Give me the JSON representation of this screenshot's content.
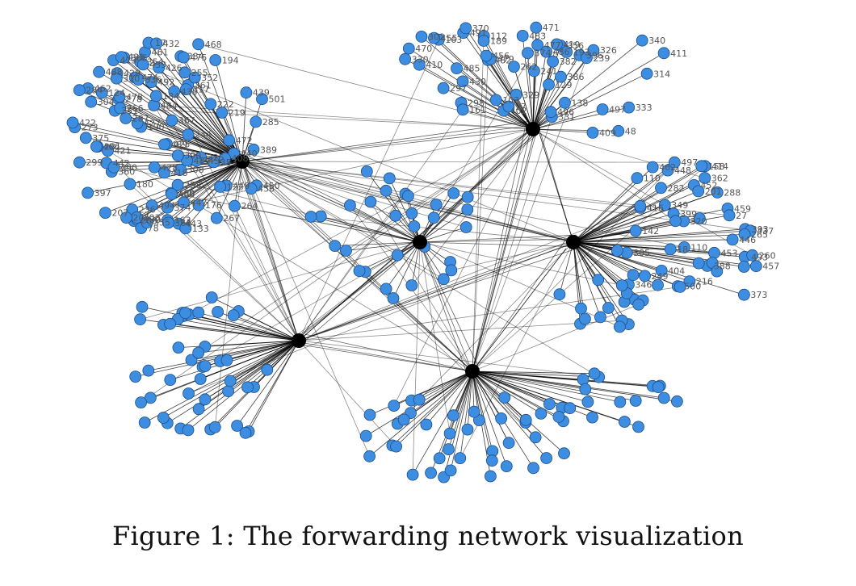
{
  "caption": "Figure 1: The forwarding network visualization",
  "colors": {
    "node_fill": "#3d8de0",
    "node_stroke": "#1f4f8a",
    "edge": "#000000",
    "hub_fill": "#000000",
    "label": "#555555"
  },
  "hubs": [
    {
      "id": "hub-top"
    },
    {
      "id": "hub-left"
    },
    {
      "id": "hub-right"
    },
    {
      "id": "hub-lower-left"
    },
    {
      "id": "hub-bottom"
    },
    {
      "id": "hub-mid"
    }
  ],
  "node_labels": [
    "374",
    "112",
    "483",
    "48",
    "471",
    "356",
    "396",
    "262",
    "409",
    "340",
    "333",
    "419",
    "331",
    "411",
    "103",
    "239",
    "497",
    "402",
    "314",
    "193",
    "298",
    "326",
    "485",
    "382",
    "241",
    "477",
    "486",
    "97",
    "161",
    "129",
    "138",
    "386",
    "496",
    "329",
    "491",
    "470",
    "302",
    "482",
    "410",
    "163",
    "330",
    "430",
    "189",
    "479",
    "455",
    "370",
    "297",
    "456",
    "176",
    "365",
    "304",
    "450",
    "353",
    "299",
    "268",
    "443",
    "360",
    "472",
    "461",
    "468",
    "462",
    "425",
    "374",
    "429",
    "474",
    "413",
    "484",
    "287",
    "336",
    "236",
    "180",
    "160",
    "449",
    "285",
    "273",
    "361",
    "281",
    "264",
    "489",
    "278",
    "325",
    "345",
    "384",
    "492",
    "447",
    "219",
    "458",
    "207",
    "258",
    "284",
    "163",
    "130",
    "494",
    "426",
    "354",
    "418",
    "367",
    "122",
    "421",
    "433",
    "351",
    "442",
    "266",
    "501",
    "478",
    "222",
    "440",
    "397",
    "244",
    "490",
    "267",
    "78",
    "17",
    "255",
    "431",
    "203",
    "124",
    "190",
    "439",
    "389",
    "355",
    "432",
    "422",
    "308",
    "133",
    "317",
    "205",
    "475",
    "184",
    "194",
    "435",
    "487",
    "480",
    "406",
    "408",
    "488",
    "390",
    "366",
    "375",
    "427",
    "352",
    "310",
    "428",
    "416",
    "452",
    "457",
    "414",
    "216",
    "462",
    "249",
    "393",
    "305",
    "142",
    "448",
    "500",
    "453",
    "288",
    "110",
    "373",
    "362",
    "437",
    "497",
    "265",
    "399",
    "201",
    "282",
    "459",
    "493",
    "388",
    "446",
    "18",
    "27",
    "110",
    "158",
    "404",
    "320",
    "260",
    "346",
    "349"
  ]
}
